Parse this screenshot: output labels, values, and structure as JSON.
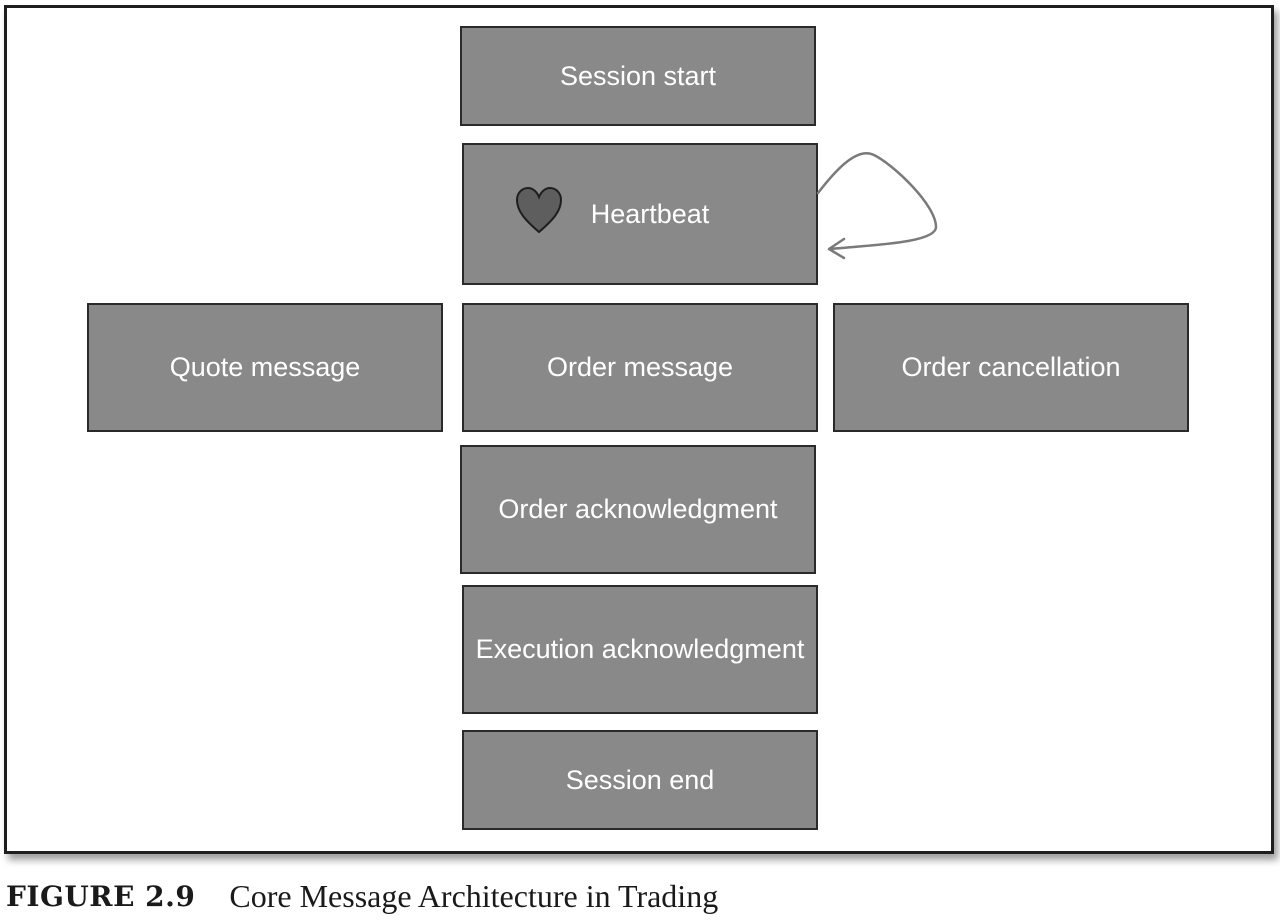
{
  "diagram": {
    "boxes": {
      "session_start": "Session start",
      "heartbeat": "Heartbeat",
      "quote_message": "Quote message",
      "order_message": "Order message",
      "order_cancellation": "Order cancellation",
      "order_acknowledgment": "Order acknowledgment",
      "execution_acknowledgment": "Execution acknowledgment",
      "session_end": "Session end"
    },
    "icons": {
      "heartbeat_icon": "heart-icon",
      "loop_arrow": "self-loop-arrow"
    },
    "colors": {
      "box_fill": "#898989",
      "box_border": "#2a2a2a",
      "box_text": "#ffffff",
      "heart_fill": "#5e5e5e",
      "arrow": "#7a7a7a"
    }
  },
  "caption": {
    "label": "FIGURE 2.9",
    "title": "Core Message Architecture in Trading"
  }
}
